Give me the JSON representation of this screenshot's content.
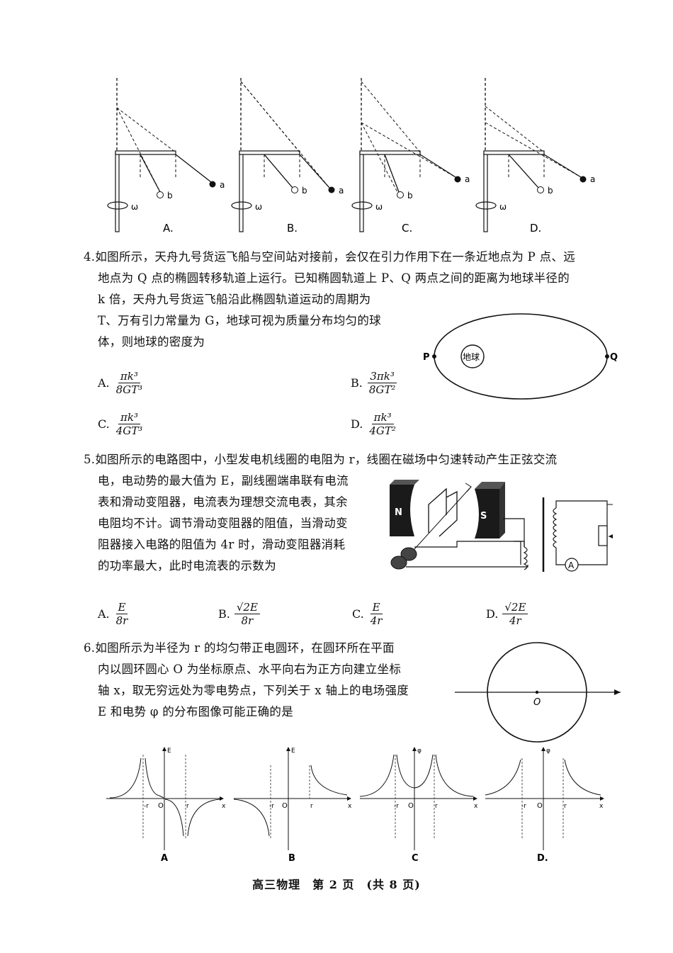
{
  "fig3": {
    "labels": [
      "A.",
      "B.",
      "C.",
      "D."
    ],
    "a": "a",
    "b": "b",
    "omega": "ω"
  },
  "q4": {
    "line1": "4.如图所示，天舟九号货运飞船与空间站对接前，会仅在引力作用下在一条近地点为 P 点、远",
    "line2": "地点为 Q 点的椭圆转移轨道上运行。已知椭圆轨道上 P、Q 两点之间的距离为地球半径的",
    "line3": "k 倍，天舟九号货运飞船沿此椭圆轨道运动的周期为",
    "line4": "T、万有引力常量为 G，地球可视为质量分布均匀的球",
    "line5": "体，则地球的密度为",
    "fig": {
      "p": "P",
      "q": "Q",
      "earth": "地球"
    },
    "options": [
      {
        "label": "A.",
        "num": "πk³",
        "den": "8GT³"
      },
      {
        "label": "B.",
        "num": "3πk³",
        "den": "8GT²"
      },
      {
        "label": "C.",
        "num": "πk³",
        "den": "4GT³"
      },
      {
        "label": "D.",
        "num": "πk³",
        "den": "4GT²"
      }
    ]
  },
  "q5": {
    "line1": "5.如图所示的电路图中，小型发电机线圈的电阻为 r，线圈在磁场中匀速转动产生正弦交流",
    "line2": "电，电动势的最大值为 E，副线圈端串联有电流",
    "line3": "表和滑动变阻器，电流表为理想交流电表，其余",
    "line4": "电阻均不计。调节滑动变阻器的阻值，当滑动变",
    "line5": "阻器接入电路的阻值为 4r 时，滑动变阻器消耗",
    "line6": "的功率最大，此时电流表的示数为",
    "fig": {
      "n": "N",
      "s": "S",
      "ammeter": "A"
    },
    "options": [
      {
        "label": "A.",
        "num": "E",
        "den": "8r"
      },
      {
        "label": "B.",
        "num": "√2E",
        "den": "8r"
      },
      {
        "label": "C.",
        "num": "E",
        "den": "4r"
      },
      {
        "label": "D.",
        "num": "√2E",
        "den": "4r"
      }
    ]
  },
  "q6": {
    "line1": "6.如图所示为半径为 r 的均匀带正电圆环，在圆环所在平面",
    "line2": "内以圆环圆心 O 为坐标原点、水平向右为正方向建立坐标",
    "line3": "轴 x，取无穷远处为零电势点，下列关于 x 轴上的电场强度",
    "line4": "E 和电势 φ 的分布图像可能正确的是",
    "fig": {
      "origin": "O"
    },
    "graphs": [
      {
        "label": "A",
        "yaxis": "E",
        "neg": "-r",
        "pos": "r",
        "o": "O",
        "x": "x"
      },
      {
        "label": "B",
        "yaxis": "E",
        "neg": "-r",
        "pos": "r",
        "o": "O",
        "x": "x"
      },
      {
        "label": "C",
        "yaxis": "φ",
        "neg": "-r",
        "pos": "r",
        "o": "O",
        "x": "x"
      },
      {
        "label": "D.",
        "yaxis": "φ",
        "neg": "-r",
        "pos": "r",
        "o": "O",
        "x": "x"
      }
    ]
  },
  "footer": "高三物理　第 2 页　(共 8 页)"
}
